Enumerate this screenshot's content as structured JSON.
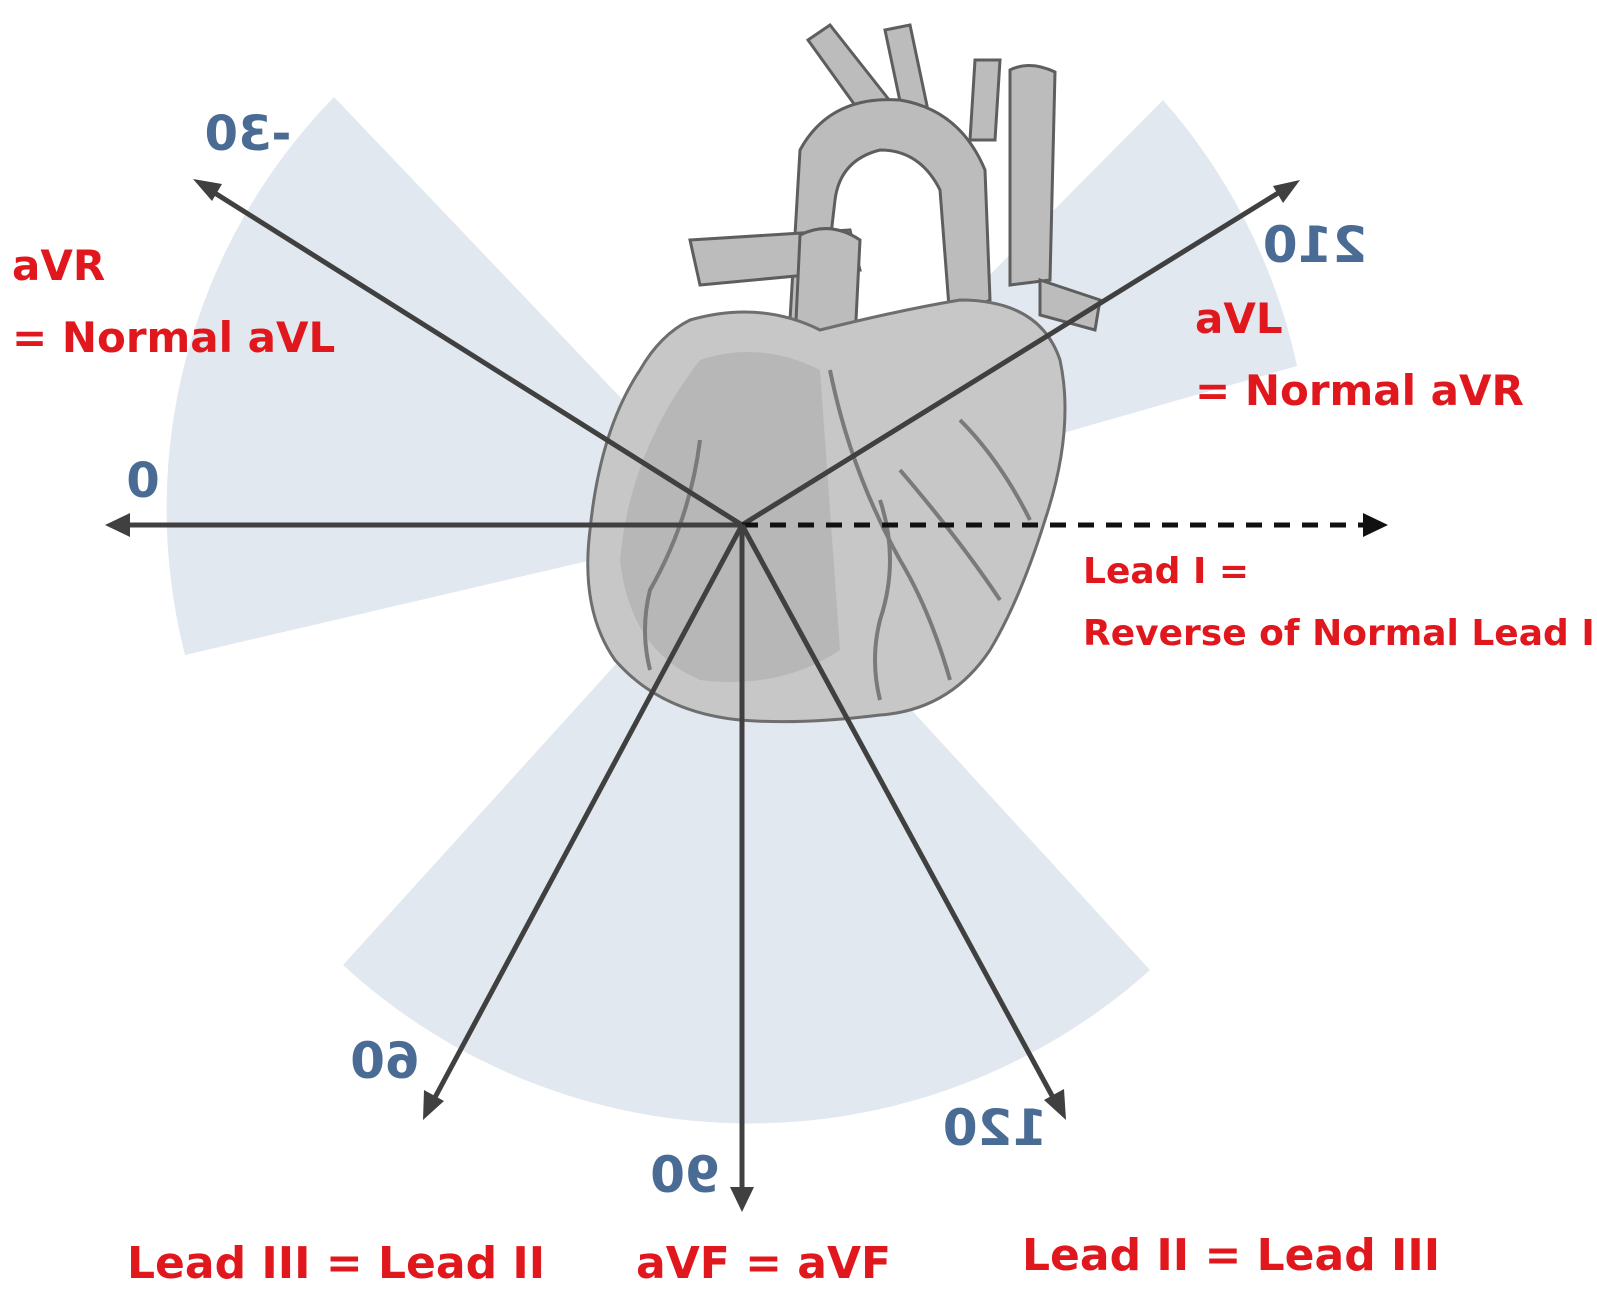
{
  "angles": {
    "minus30": "-30",
    "zero": "0",
    "a60": "60",
    "a90": "90",
    "a120": "120",
    "a210": "210"
  },
  "labels": {
    "avr_line1": "aVR",
    "avr_line2": "= Normal aVL",
    "avl_line1": "aVL",
    "avl_line2": "= Normal aVR",
    "lead1_line1": "Lead I =",
    "lead1_line2": "Reverse of Normal Lead I",
    "lead3": "Lead III = Lead II",
    "avf": "aVF = aVF",
    "lead2": "Lead II = Lead III"
  },
  "colors": {
    "label_red": "#e0181d",
    "angle_blue": "#4a6c94",
    "axis_gray": "#404040",
    "sector_blue": "#c9d5e2"
  }
}
